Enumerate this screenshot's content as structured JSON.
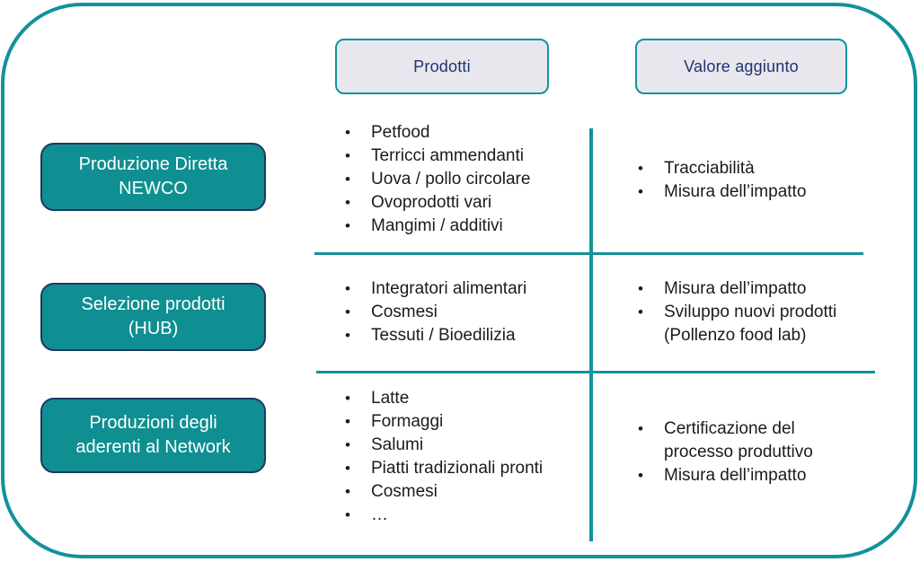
{
  "bullet": "•",
  "colors": {
    "accent_teal": "#12929A",
    "row_box_fill": "#0F8F91",
    "row_box_border": "#1F3864",
    "header_fill": "#E8E7EE",
    "header_text": "#1F3272",
    "body_text": "#1B1B1B"
  },
  "column_headers": {
    "prodotti": "Prodotti",
    "valore": "Valore aggiunto"
  },
  "row_labels": {
    "r1": "Produzione Diretta\nNEWCO",
    "r2": "Selezione prodotti\n(HUB)",
    "r3": "Produzioni degli\naderenti al Network"
  },
  "cells": {
    "r1_prodotti": [
      "Petfood",
      "Terricci ammendanti",
      "Uova / pollo circolare",
      "Ovoprodotti vari",
      "Mangimi / additivi"
    ],
    "r1_valore": [
      "Tracciabilità",
      "Misura dell’impatto"
    ],
    "r2_prodotti": [
      "Integratori alimentari",
      "Cosmesi",
      "Tessuti / Bioedilizia"
    ],
    "r2_valore": [
      "Misura dell’impatto",
      "Sviluppo nuovi prodotti\n(Pollenzo food lab)"
    ],
    "r3_prodotti": [
      "Latte",
      "Formaggi",
      "Salumi",
      "Piatti tradizionali pronti",
      "Cosmesi",
      "…"
    ],
    "r3_valore": [
      "Certificazione del\nprocesso produttivo",
      "Misura dell’impatto"
    ]
  }
}
